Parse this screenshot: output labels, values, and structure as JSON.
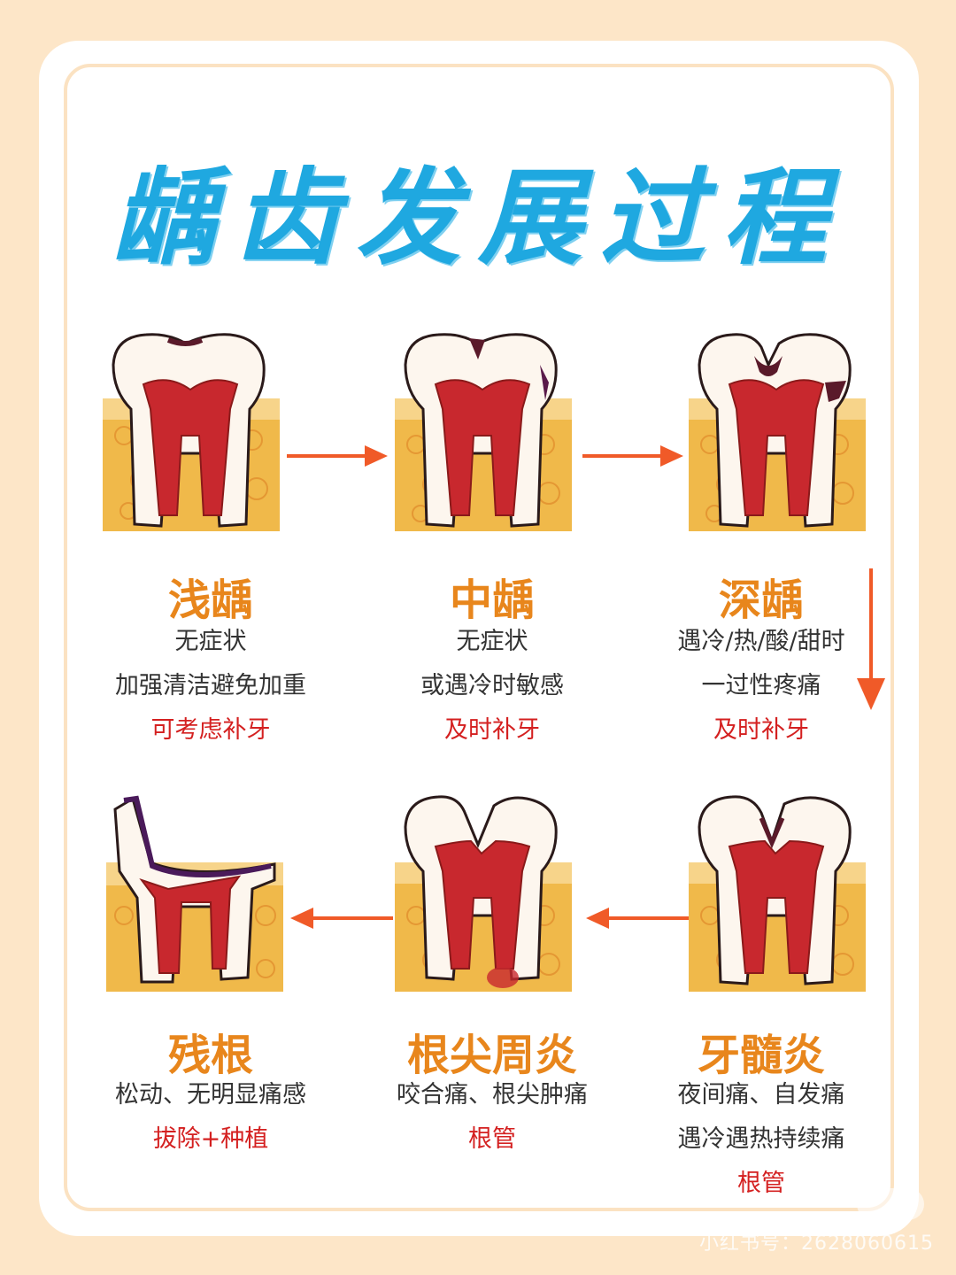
{
  "title": "龋齿发展过程",
  "colors": {
    "title": "#1fa8e0",
    "stage_name": "#e8861c",
    "treatment": "#d42020",
    "arrow": "#f05a28",
    "bone": "#f0b94a",
    "pulp": "#c8282e",
    "decay": "#5a1a2a"
  },
  "stages": [
    {
      "name": "浅龋",
      "lines": [
        "无症状",
        "加强清洁避免加重"
      ],
      "treatment": "可考虑补牙"
    },
    {
      "name": "中龋",
      "lines": [
        "无症状",
        "或遇冷时敏感"
      ],
      "treatment": "及时补牙"
    },
    {
      "name": "深龋",
      "lines": [
        "遇冷/热/酸/甜时",
        "一过性疼痛"
      ],
      "treatment": "及时补牙"
    },
    {
      "name": "牙髓炎",
      "lines": [
        "夜间痛、自发痛",
        "遇冷遇热持续痛"
      ],
      "treatment": "根管"
    },
    {
      "name": "根尖周炎",
      "lines": [
        "咬合痛、根尖肿痛"
      ],
      "treatment": "根管"
    },
    {
      "name": "残根",
      "lines": [
        "松动、无明显痛感"
      ],
      "treatment": "拔除+种植"
    }
  ],
  "watermark": "小红书号：2628060615"
}
